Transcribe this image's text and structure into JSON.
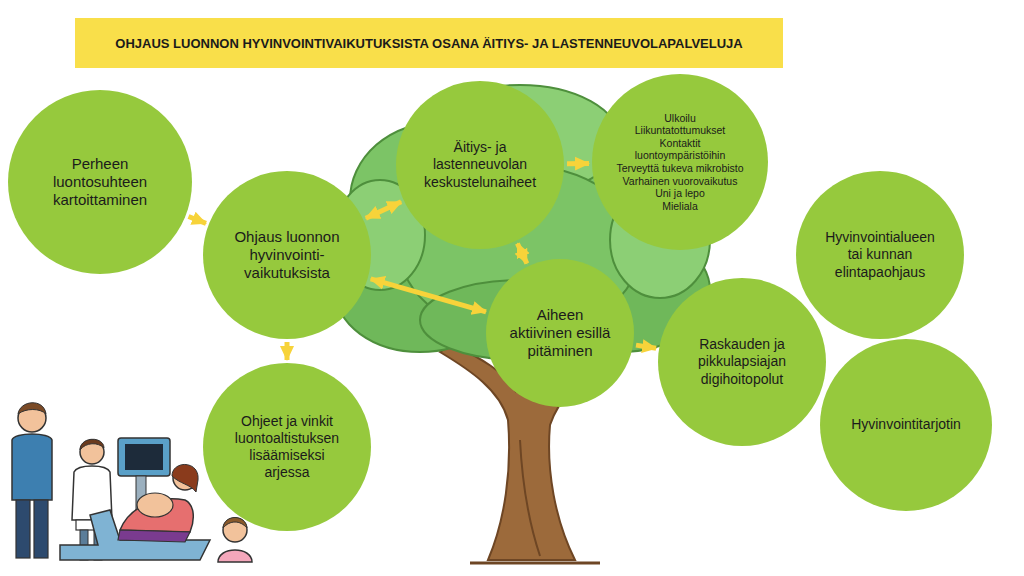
{
  "diagram": {
    "title": "OHJAUS LUONNON HYVINVOINTIVAIKUTUKSISTA OSANA ÄITIYS- JA LASTENNEUVOLAPALVELUJA",
    "nodes": [
      {
        "text": [
          "Perheen luontosuhteen kartoittaminen"
        ]
      },
      {
        "text": [
          "Ohjaus luonnon hyvinvointi- vaikutuksista"
        ]
      },
      {
        "text": [
          "Ohjeet ja vinkit luontoaltistuksen lisäämiseksi arjessa"
        ]
      },
      {
        "text": [
          "Äitiys- ja lastenneuvolan keskustelunaiheet"
        ]
      },
      {
        "text": [
          "Ulkoilu",
          "Liikuntatottumukset",
          "Kontaktit luontoympäristöihin",
          "Terveyttä tukeva mikrobisto",
          "Varhainen vuorovaikutus",
          "Uni ja lepo",
          "Mieliala"
        ]
      },
      {
        "text": [
          "Aiheen aktiivinen esillä pitäminen"
        ]
      },
      {
        "text": [
          "Raskauden ja pikkulapsiajan digihoitopolut"
        ]
      },
      {
        "text": [
          "Hyvinvointialueen tai kunnan elintapaohjaus"
        ]
      },
      {
        "text": [
          "Hyvinvointitarjotin"
        ]
      }
    ],
    "edges": [
      {
        "from": 0,
        "to": 1,
        "arrow": "to"
      },
      {
        "from": 1,
        "to": 2,
        "arrow": "to"
      },
      {
        "from": 1,
        "to": 3,
        "arrow": "both"
      },
      {
        "from": 3,
        "to": 4,
        "arrow": "to"
      },
      {
        "from": 3,
        "to": 5,
        "arrow": "both"
      },
      {
        "from": 1,
        "to": 5,
        "arrow": "both"
      },
      {
        "from": 5,
        "to": 6,
        "arrow": "to"
      }
    ]
  }
}
